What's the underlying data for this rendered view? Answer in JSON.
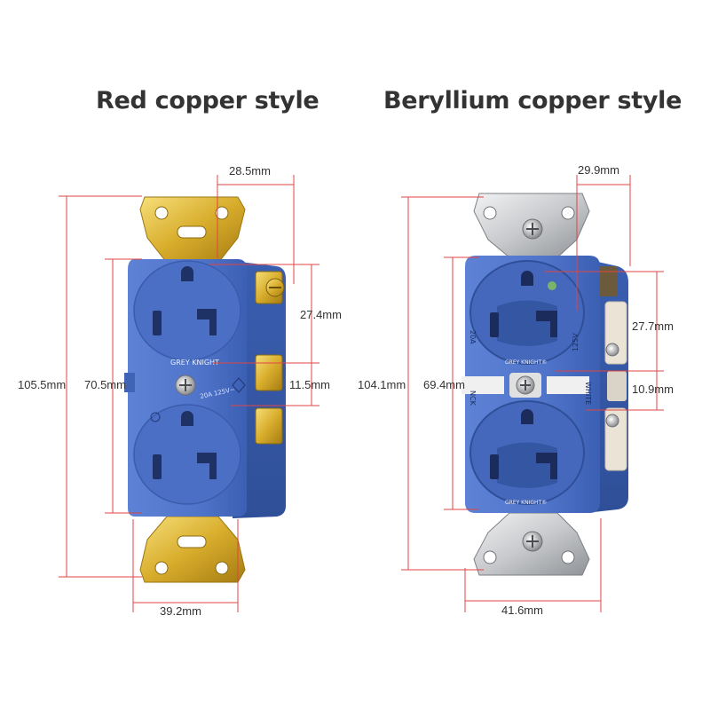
{
  "left": {
    "title": "Red copper style",
    "brand": "GREY KNIGHT",
    "rating": "20A 125V~",
    "dims": {
      "top_width": "28.5mm",
      "total_height": "105.5mm",
      "body_height": "70.5mm",
      "outlet_span": "27.4mm",
      "center_gap": "11.5mm",
      "bottom_width": "39.2mm"
    }
  },
  "right": {
    "title": "Beryllium copper style",
    "brand": "GREY KNIGHT®",
    "side_text_1": "20A",
    "side_text_2": "125V",
    "side_text_3": "WHITE",
    "side_text_4": "NCK",
    "dims": {
      "top_width": "29.9mm",
      "total_height": "104.1mm",
      "body_height": "69.4mm",
      "outlet_span": "27.7mm",
      "center_gap": "10.9mm",
      "bottom_width": "41.6mm"
    }
  },
  "colors": {
    "dimension_line": "#e04545",
    "body_blue": "#4f74c9",
    "gold": "#d8ad2c",
    "silver": "#c7c9cc"
  }
}
